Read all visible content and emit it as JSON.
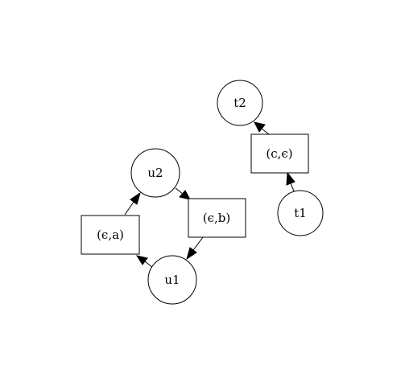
{
  "colors": {
    "stroke": "#000000",
    "fill": "#ffffff",
    "background": "#ffffff"
  },
  "states": {
    "u2": "u2",
    "u1": "u1",
    "t2": "t2",
    "t1": "t1"
  },
  "transitions": {
    "eps_a": "(ϵ,a)",
    "eps_b": "(ϵ,b)",
    "c_eps": "(c,ϵ)"
  }
}
